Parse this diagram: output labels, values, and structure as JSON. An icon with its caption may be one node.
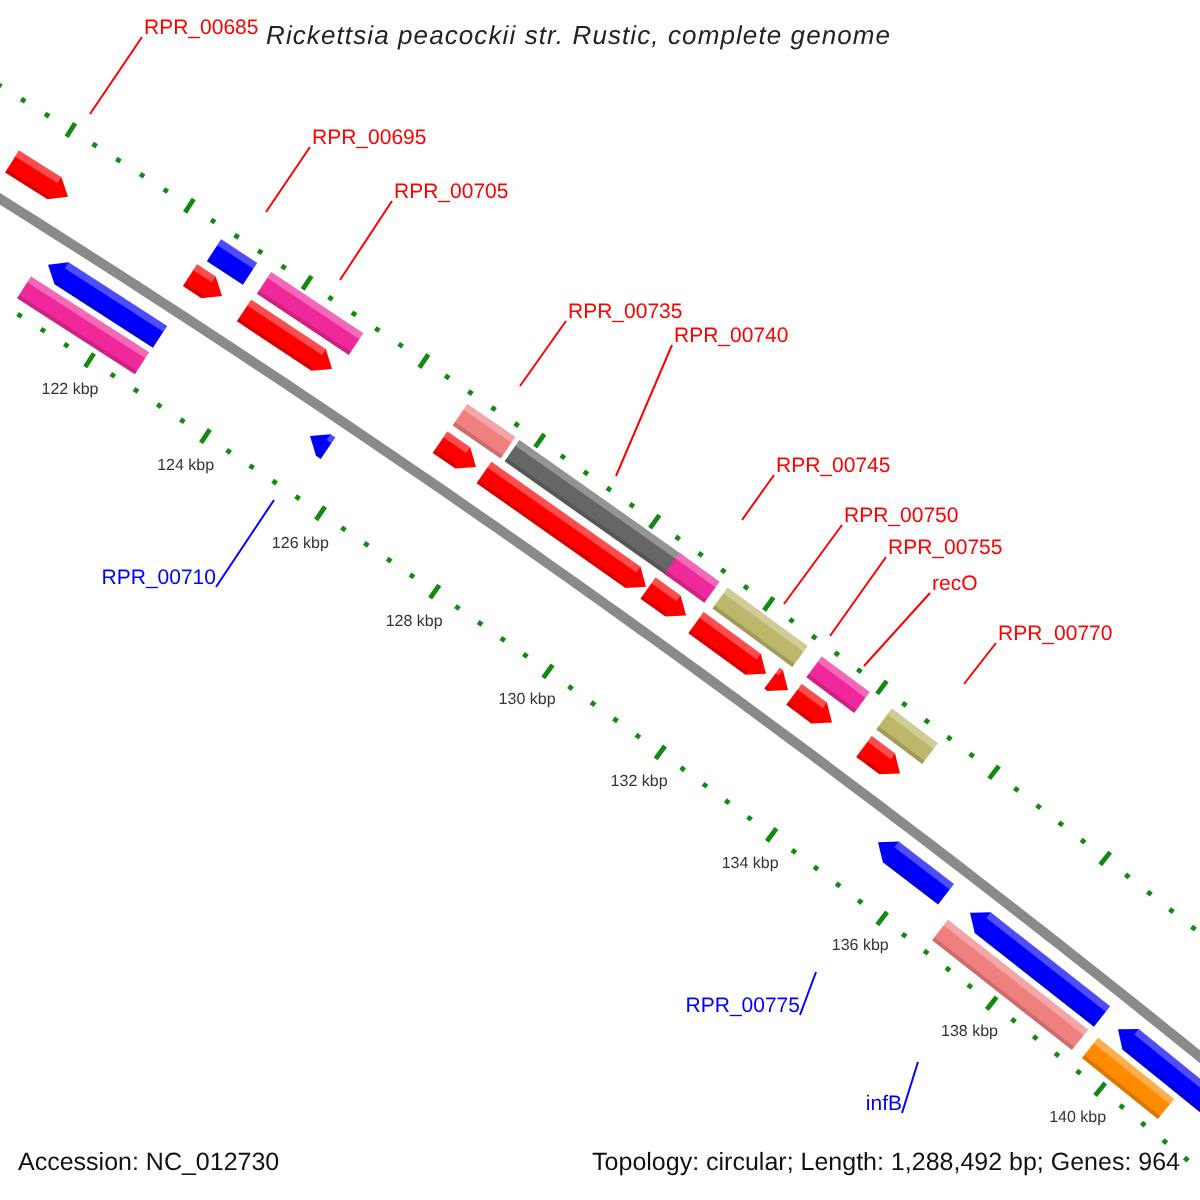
{
  "diagram": {
    "title": "Rickettsia peacockii str. Rustic, complete genome",
    "nodes": [
      {
        "text": [
          "RPR_00685"
        ]
      },
      {
        "text": [
          "RPR_00695"
        ]
      },
      {
        "text": [
          "RPR_00705"
        ]
      },
      {
        "text": [
          "RPR_00710"
        ]
      },
      {
        "text": [
          "RPR_00735"
        ]
      },
      {
        "text": [
          "RPR_00740"
        ]
      },
      {
        "text": [
          "RPR_00745"
        ]
      },
      {
        "text": [
          "RPR_00750"
        ]
      },
      {
        "text": [
          "RPR_00755"
        ]
      },
      {
        "text": [
          "recO"
        ]
      },
      {
        "text": [
          "RPR_00770"
        ]
      },
      {
        "text": [
          "RPR_00775"
        ]
      },
      {
        "text": [
          "infB"
        ]
      }
    ],
    "edges": [
      {
        "from": 0,
        "to": null,
        "arrow": "none"
      },
      {
        "from": 1,
        "to": null,
        "arrow": "none"
      },
      {
        "from": 2,
        "to": null,
        "arrow": "none"
      },
      {
        "from": 3,
        "to": null,
        "arrow": "none",
        "color": "#0000ff"
      },
      {
        "from": 4,
        "to": null,
        "arrow": "none"
      },
      {
        "from": 5,
        "to": null,
        "arrow": "none"
      },
      {
        "from": 6,
        "to": null,
        "arrow": "none"
      },
      {
        "from": 7,
        "to": null,
        "arrow": "none"
      },
      {
        "from": 8,
        "to": null,
        "arrow": "none"
      },
      {
        "from": 9,
        "to": null,
        "arrow": "none"
      },
      {
        "from": 10,
        "to": null,
        "arrow": "none"
      },
      {
        "from": 11,
        "to": null,
        "arrow": "none",
        "color": "#0000ff"
      },
      {
        "from": 12,
        "to": null,
        "arrow": "none",
        "color": "#0000ff"
      }
    ],
    "labels": [
      "122 kbp",
      "124 kbp",
      "126 kbp",
      "128 kbp",
      "130 kbp",
      "132 kbp",
      "134 kbp",
      "136 kbp",
      "138 kbp",
      "140 kbp",
      "Accession: NC_012730",
      "Topology: circular; Length: 1,288,492 bp; Genes: 964"
    ]
  }
}
